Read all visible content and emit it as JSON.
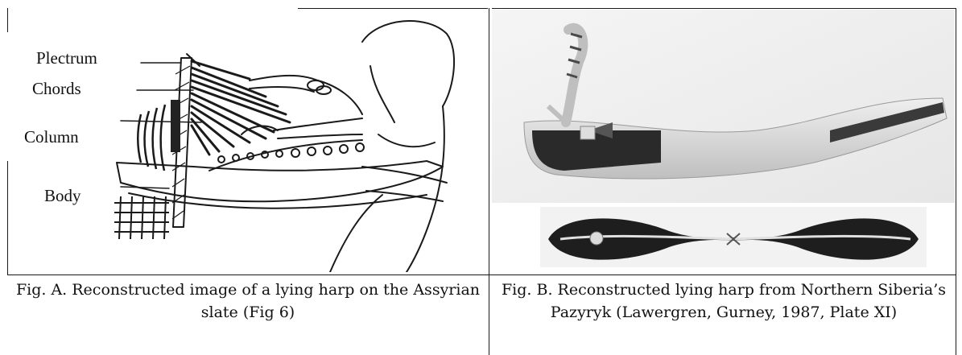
{
  "figure_a": {
    "labels": {
      "plectrum": "Plectrum",
      "chords": "Chords",
      "column": "Column",
      "body": "Body"
    },
    "caption": "Fig. A. Reconstructed image of a lying harp on the Assyrian slate (Fig 6)"
  },
  "figure_b": {
    "caption": "Fig. B. Reconstructed lying harp from Northern Siberia’s Pazyryk (Lawergren, Gurney, 1987, Plate XI)"
  }
}
